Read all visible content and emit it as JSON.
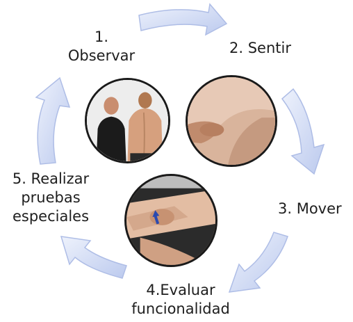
{
  "diagram": {
    "steps": [
      {
        "number": "1.",
        "label": "Observar"
      },
      {
        "number": "",
        "label": "2. Sentir"
      },
      {
        "number": "",
        "label": "3. Mover"
      },
      {
        "number": "4.Evaluar",
        "label": "funcionalidad"
      },
      {
        "lines": [
          "5. Realizar",
          "pruebas",
          "especiales"
        ]
      }
    ],
    "arrow_color": "#c9d4f0",
    "arrow_edge": "#a8b8e2"
  }
}
